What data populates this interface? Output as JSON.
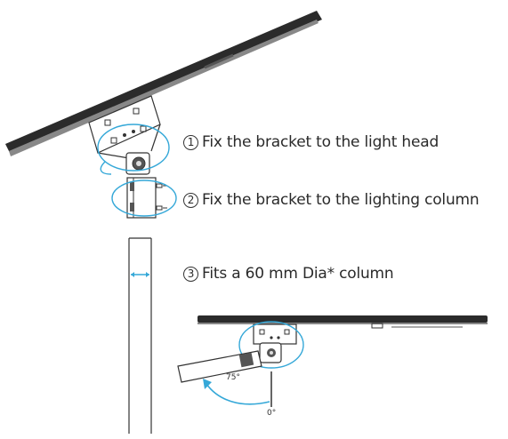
{
  "steps": [
    {
      "number": "1",
      "text": "Fix the bracket to the light head"
    },
    {
      "number": "2",
      "text": "Fix the bracket to the lighting column"
    },
    {
      "number": "3",
      "text": "Fits a 60 mm Dia* column"
    }
  ],
  "angles": {
    "tilt": "75°",
    "zero": "0°"
  },
  "colors": {
    "highlight": "#35a8d8",
    "outline": "#333333",
    "light_bar": "#2b2b2b"
  }
}
